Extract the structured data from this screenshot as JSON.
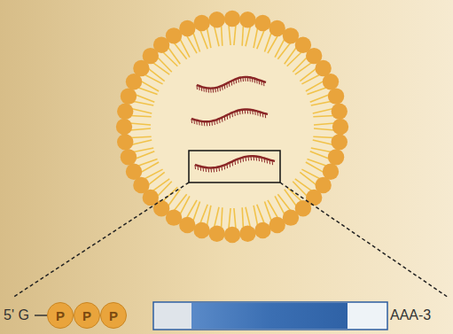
{
  "diagram": {
    "nodes": [
      {
        "text": [
          "P"
        ]
      },
      {
        "text": [
          "P"
        ]
      },
      {
        "text": [
          "P"
        ]
      }
    ],
    "labels": [
      "5' G",
      "AAA-3"
    ]
  }
}
